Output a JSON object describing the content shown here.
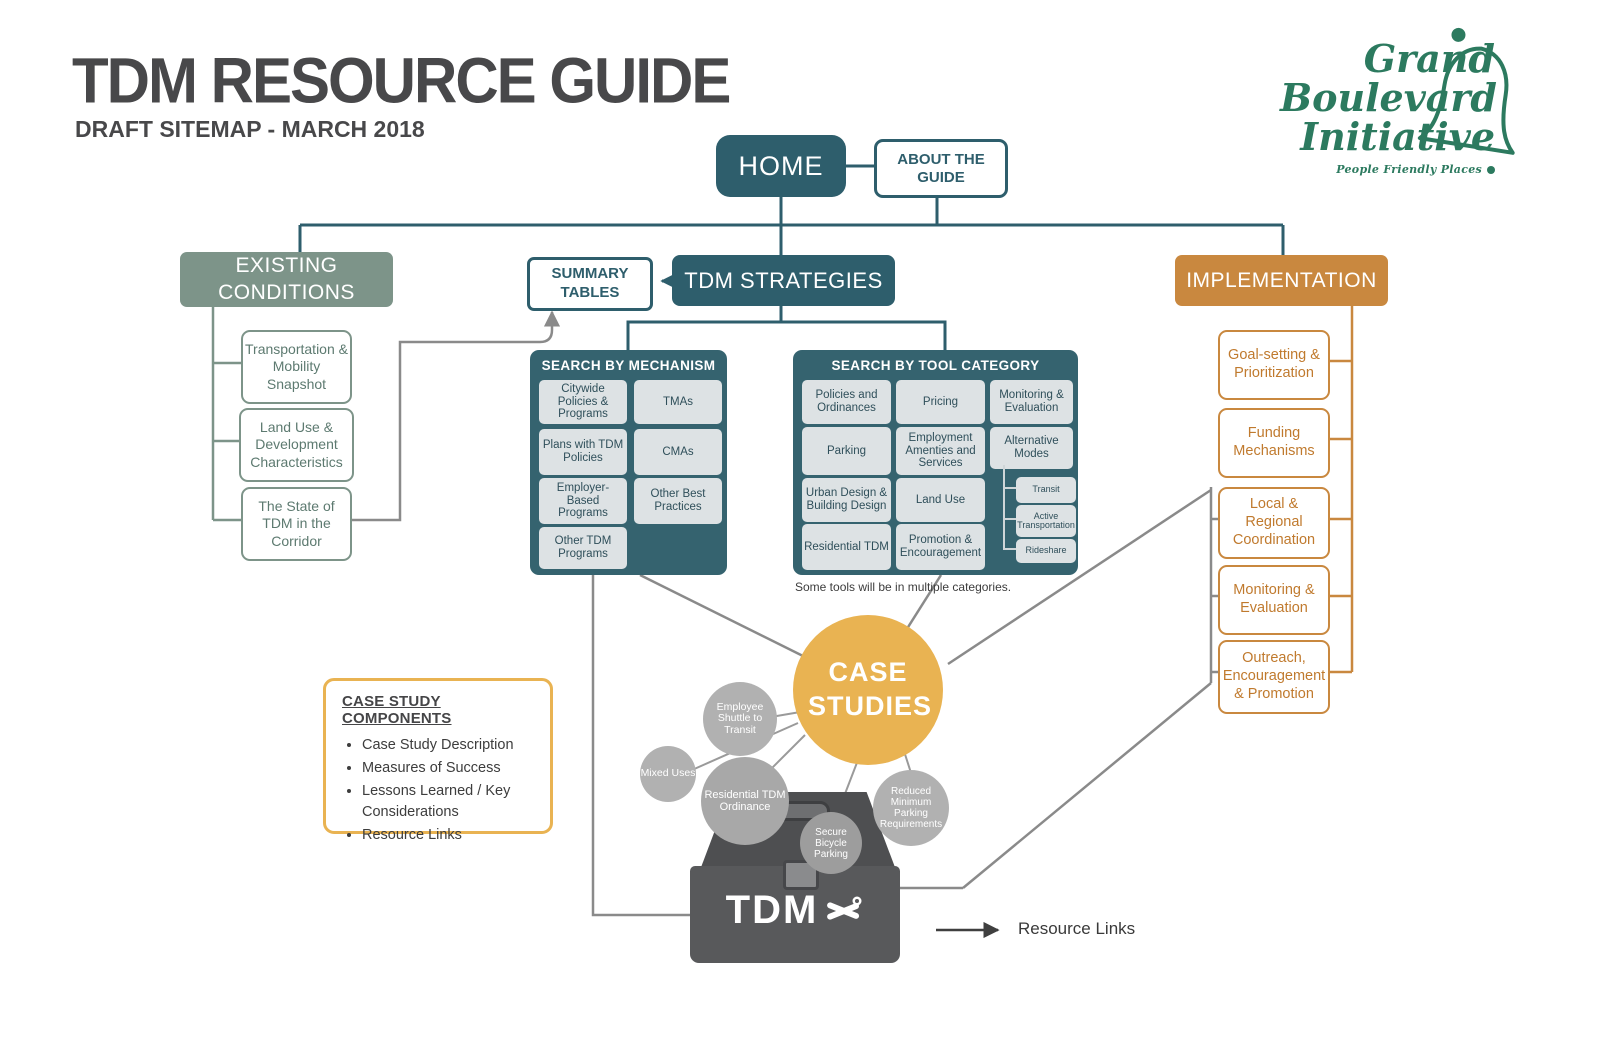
{
  "header": {
    "title": "TDM RESOURCE GUIDE",
    "subtitle": "DRAFT SITEMAP - MARCH 2018"
  },
  "logo": {
    "line1": "Grand",
    "line2": "Boulevard",
    "line3": "Initiative",
    "tagline": "People Friendly Places"
  },
  "nav": {
    "home": "HOME",
    "about": "ABOUT THE GUIDE",
    "existing": "EXISTING CONDITIONS",
    "summary": "SUMMARY TABLES",
    "strategies": "TDM STRATEGIES",
    "implementation": "IMPLEMENTATION"
  },
  "existing": {
    "items": [
      "Transportation & Mobility Snapshot",
      "Land Use & Development Characteristics",
      "The State of TDM in the Corridor"
    ]
  },
  "mechanism": {
    "title": "SEARCH BY MECHANISM",
    "col1": [
      "Citywide Policies & Programs",
      "Plans with TDM Policies",
      "Employer-Based Programs",
      "Other TDM Programs"
    ],
    "col2": [
      "TMAs",
      "CMAs",
      "Other Best Practices"
    ]
  },
  "toolcat": {
    "title": "SEARCH BY TOOL CATEGORY",
    "cells": [
      "Policies and Ordinances",
      "Pricing",
      "Monitoring & Evaluation",
      "Parking",
      "Employment Amenties and Services",
      "Alternative Modes",
      "Urban Design & Building Design",
      "Land Use",
      "Residential TDM",
      "Promotion & Encouragement"
    ],
    "alt_children": [
      "Transit",
      "Active Transportation",
      "Rideshare"
    ],
    "note": "Some tools will be in multiple categories."
  },
  "implementation": {
    "items": [
      "Goal-setting & Prioritization",
      "Funding Mechanisms",
      "Local & Regional Coordination",
      "Monitoring & Evaluation",
      "Outreach, Encouragement & Promotion"
    ]
  },
  "case_studies": {
    "title": "CASE STUDIES",
    "bubbles": [
      "Employee Shuttle to Transit",
      "Mixed Uses",
      "Residential TDM Ordinance",
      "Secure Bicycle Parking",
      "Reduced Minimum Parking Requirements"
    ]
  },
  "components": {
    "title": "CASE STUDY COMPONENTS",
    "items": [
      "Case Study Description",
      "Measures of Success",
      "Lessons Learned / Key Considerations",
      "Resource Links"
    ]
  },
  "toolbox": {
    "label": "TDM"
  },
  "footer": {
    "resource_links": "Resource Links"
  },
  "colors": {
    "teal": "#2e5e6c",
    "sage": "#7d9489",
    "orange": "#c9883f",
    "gold": "#e9b352",
    "gray_line": "#8a8a8a",
    "bubble_gray": "#b1b1b1",
    "logo_green": "#2c7a5f"
  }
}
